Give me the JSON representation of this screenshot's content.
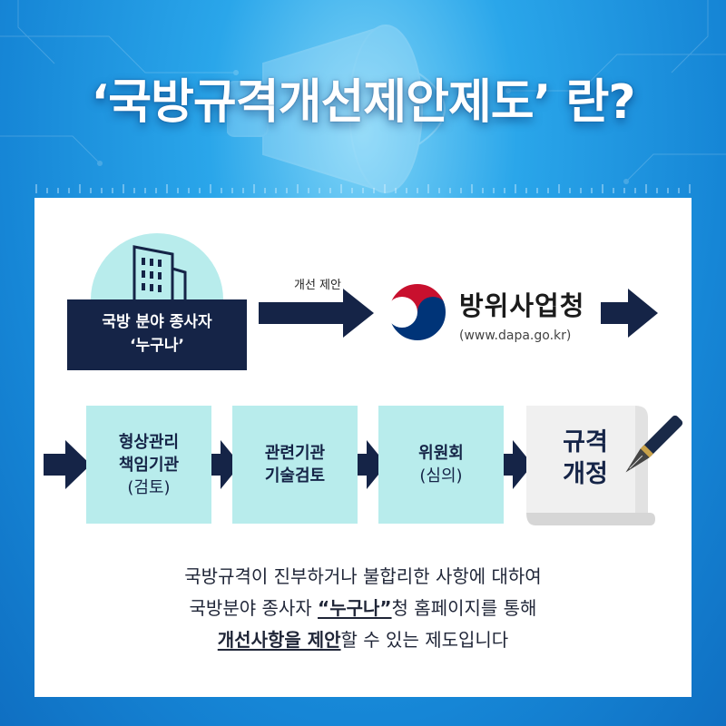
{
  "title": "‘국방규격개선제안제도’ 란?",
  "proposer": {
    "line1": "국방 분야 종사자",
    "line2": "‘누구나’"
  },
  "arrow_label": "개선 제안",
  "agency": {
    "name": "방위사업청",
    "url": "(www.dapa.go.kr)"
  },
  "steps": [
    {
      "line1": "형상관리",
      "line2": "책임기관",
      "line3": "(검토)"
    },
    {
      "line1": "관련기관",
      "line2": "기술검토"
    },
    {
      "line1": "위원회",
      "line2": "(심의)"
    }
  ],
  "final_step": {
    "line1": "규격",
    "line2": "개정"
  },
  "description": {
    "line1": "국방규격이 진부하거나 불합리한 사항에 대하여",
    "line2_pre": "국방분야 종사자 ",
    "line2_highlight": "“누구나”",
    "line2_post": "청 홈페이지를 통해",
    "line3_highlight": "개선사항을 제안",
    "line3_post": "할 수 있는 제도입니다"
  },
  "colors": {
    "navy": "#152447",
    "mint": "#b8ecec",
    "sky": "#1b8fdc",
    "red": "#c8102e",
    "blue": "#003478"
  },
  "icons": [
    "megaphone-icon",
    "building-icon",
    "dapa-logo-icon",
    "arrow-right-icon",
    "fountain-pen-icon",
    "scroll-document-icon"
  ]
}
